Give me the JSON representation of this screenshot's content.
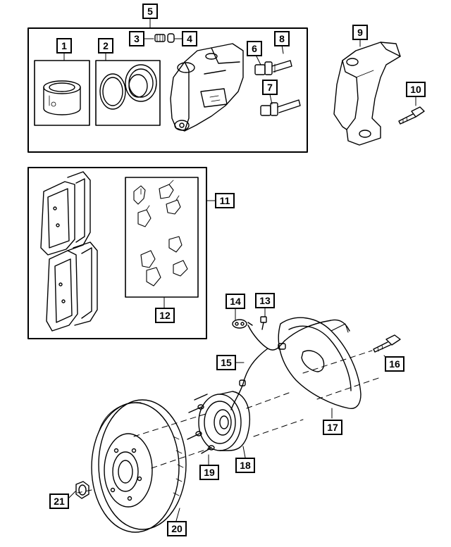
{
  "diagram": {
    "callouts": [
      {
        "id": "1",
        "label": "1",
        "part": "caliper-piston"
      },
      {
        "id": "2",
        "label": "2",
        "part": "piston-seal-kit"
      },
      {
        "id": "3",
        "label": "3",
        "part": "bleeder-screw"
      },
      {
        "id": "4",
        "label": "4",
        "part": "bleeder-cap"
      },
      {
        "id": "5",
        "label": "5",
        "part": "bleeder-assembly"
      },
      {
        "id": "6",
        "label": "6",
        "part": "guide-pin-boot"
      },
      {
        "id": "7",
        "label": "7",
        "part": "guide-pin-bushing"
      },
      {
        "id": "8",
        "label": "8",
        "part": "guide-pin"
      },
      {
        "id": "9",
        "label": "9",
        "part": "caliper-adapter"
      },
      {
        "id": "10",
        "label": "10",
        "part": "adapter-bolt"
      },
      {
        "id": "11",
        "label": "11",
        "part": "pad-kit"
      },
      {
        "id": "12",
        "label": "12",
        "part": "pad-clip-kit"
      },
      {
        "id": "13",
        "label": "13",
        "part": "sensor-bolt"
      },
      {
        "id": "14",
        "label": "14",
        "part": "sensor-clip"
      },
      {
        "id": "15",
        "label": "15",
        "part": "wheel-speed-sensor"
      },
      {
        "id": "16",
        "label": "16",
        "part": "hub-bolt"
      },
      {
        "id": "17",
        "label": "17",
        "part": "splash-shield"
      },
      {
        "id": "18",
        "label": "18",
        "part": "hub-bearing"
      },
      {
        "id": "19",
        "label": "19",
        "part": "wheel-stud"
      },
      {
        "id": "20",
        "label": "20",
        "part": "brake-rotor"
      },
      {
        "id": "21",
        "label": "21",
        "part": "lug-nut"
      }
    ]
  }
}
